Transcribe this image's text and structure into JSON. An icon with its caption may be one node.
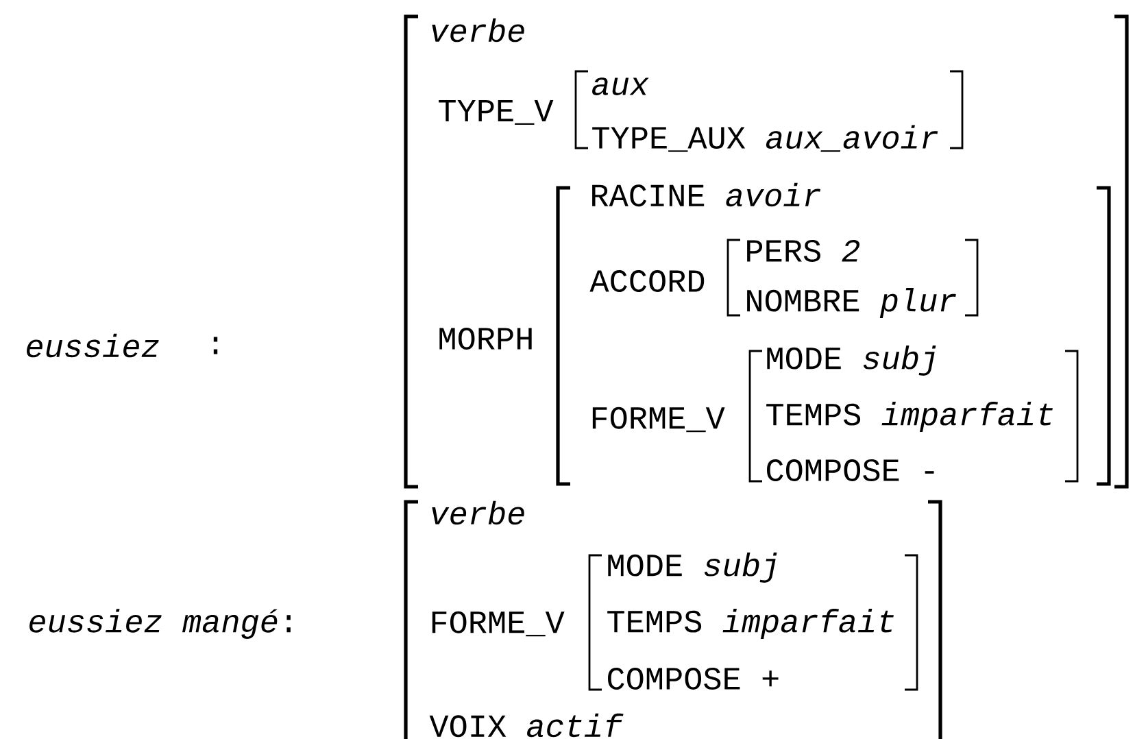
{
  "diagram": {
    "nodes": [
      {
        "text": [
          "verbe",
          "TYPE_V",
          "MORPH"
        ]
      },
      {
        "text": [
          "aux",
          "TYPE_AUX *aux_avoir*"
        ],
        "in": 0
      },
      {
        "text": [
          "RACINE *avoir*",
          "ACCORD",
          "FORME_V"
        ],
        "in": 0
      },
      {
        "text": [
          "PERS *2*",
          "NOMBRE *plur*"
        ],
        "in": 2
      },
      {
        "text": [
          "MODE *subj*",
          "TEMPS *imparfait*",
          "COMPOSE -"
        ],
        "in": 2
      },
      {
        "text": [
          "verbe",
          "FORME_V",
          "VOIX *actif*"
        ]
      },
      {
        "text": [
          "MODE *subj*",
          "TEMPS *imparfait*",
          "COMPOSE *+*"
        ],
        "in": 5
      }
    ],
    "labels": [
      "eussiez",
      ":",
      "*eussiez mangé*:"
    ]
  }
}
